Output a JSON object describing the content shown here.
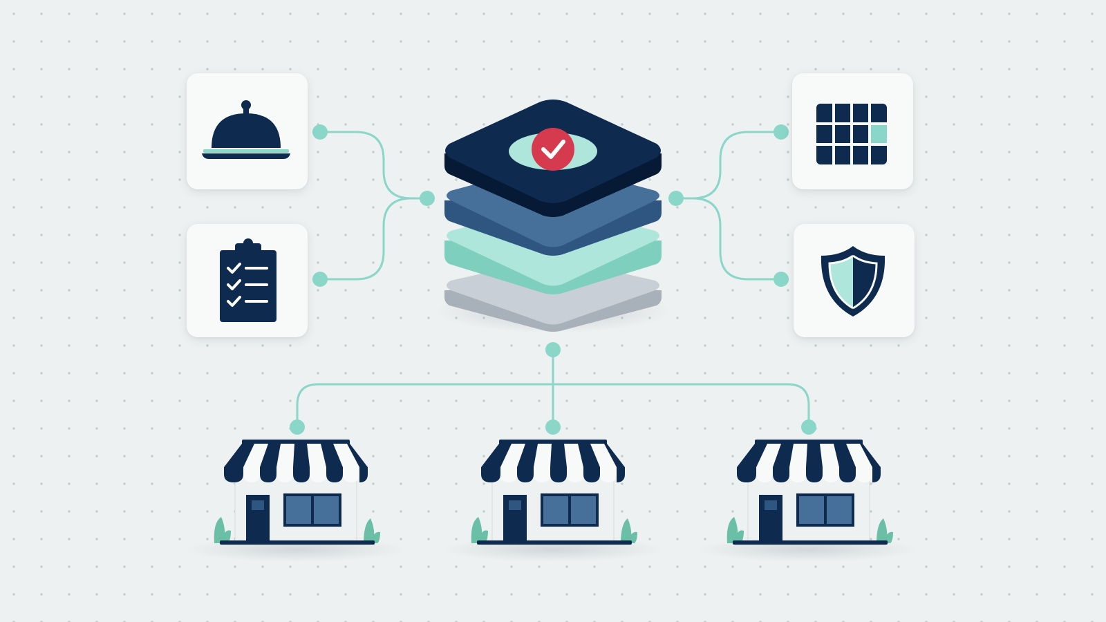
{
  "colors": {
    "background": "#eef1f1",
    "grid_dot": "#c3cccc",
    "navy": "#0e2a4f",
    "mid_blue": "#46709a",
    "teal": "#8ad6c9",
    "light_teal": "#aee6dc",
    "gray_layer": "#c8cfd6",
    "connector": "#8ad6c9",
    "check_red": "#d63a4e",
    "card_bg": "#f8f9f9",
    "plant": "#6bbfa6"
  },
  "hub": {
    "icon": "stacked-layers-with-check-badge",
    "layers": [
      "navy",
      "mid_blue",
      "light_teal",
      "gray_layer"
    ]
  },
  "modules": [
    {
      "id": "menu",
      "icon": "cloche-icon"
    },
    {
      "id": "checklist",
      "icon": "clipboard-checklist-icon"
    },
    {
      "id": "schedule",
      "icon": "grid-calendar-icon"
    },
    {
      "id": "security",
      "icon": "shield-icon"
    }
  ],
  "stores": [
    {
      "icon": "storefront-icon"
    },
    {
      "icon": "storefront-icon"
    },
    {
      "icon": "storefront-icon"
    }
  ]
}
